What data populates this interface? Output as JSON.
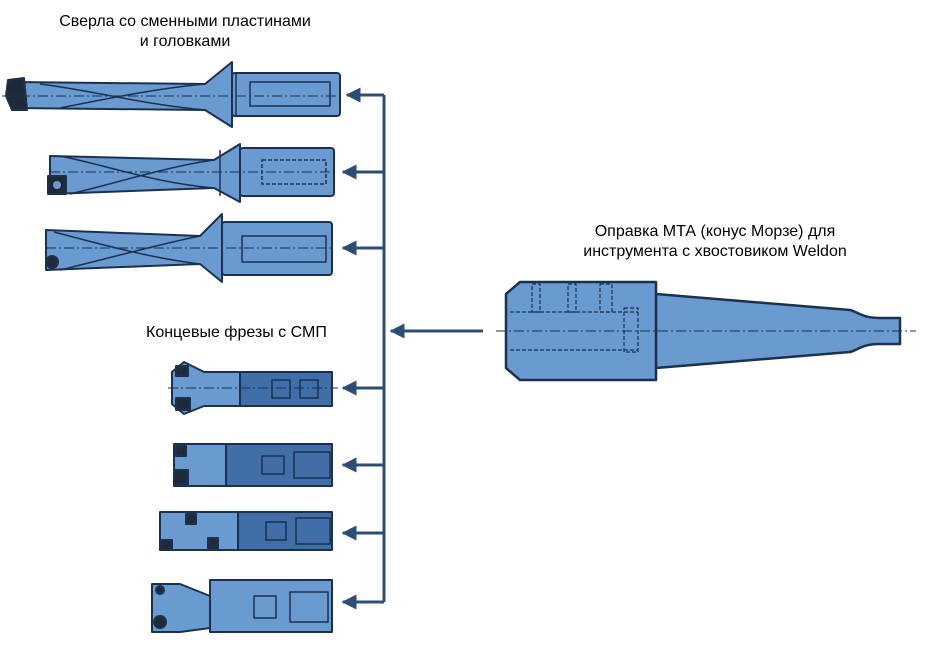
{
  "labels": {
    "drills_line1": "Сверла со сменными пластинами",
    "drills_line2": "и головками",
    "mills": "Концевые фрезы с СМП",
    "holder_line1": "Оправка МТА (конус Морзе) для",
    "holder_line2": "инструмента с хвостовиком Weldon"
  },
  "colors": {
    "tool_fill": "#6a9bd0",
    "tool_dark": "#3f6fa6",
    "outline": "#1c3150",
    "arrow": "#2d4e74",
    "insert": "#1f2a38"
  }
}
